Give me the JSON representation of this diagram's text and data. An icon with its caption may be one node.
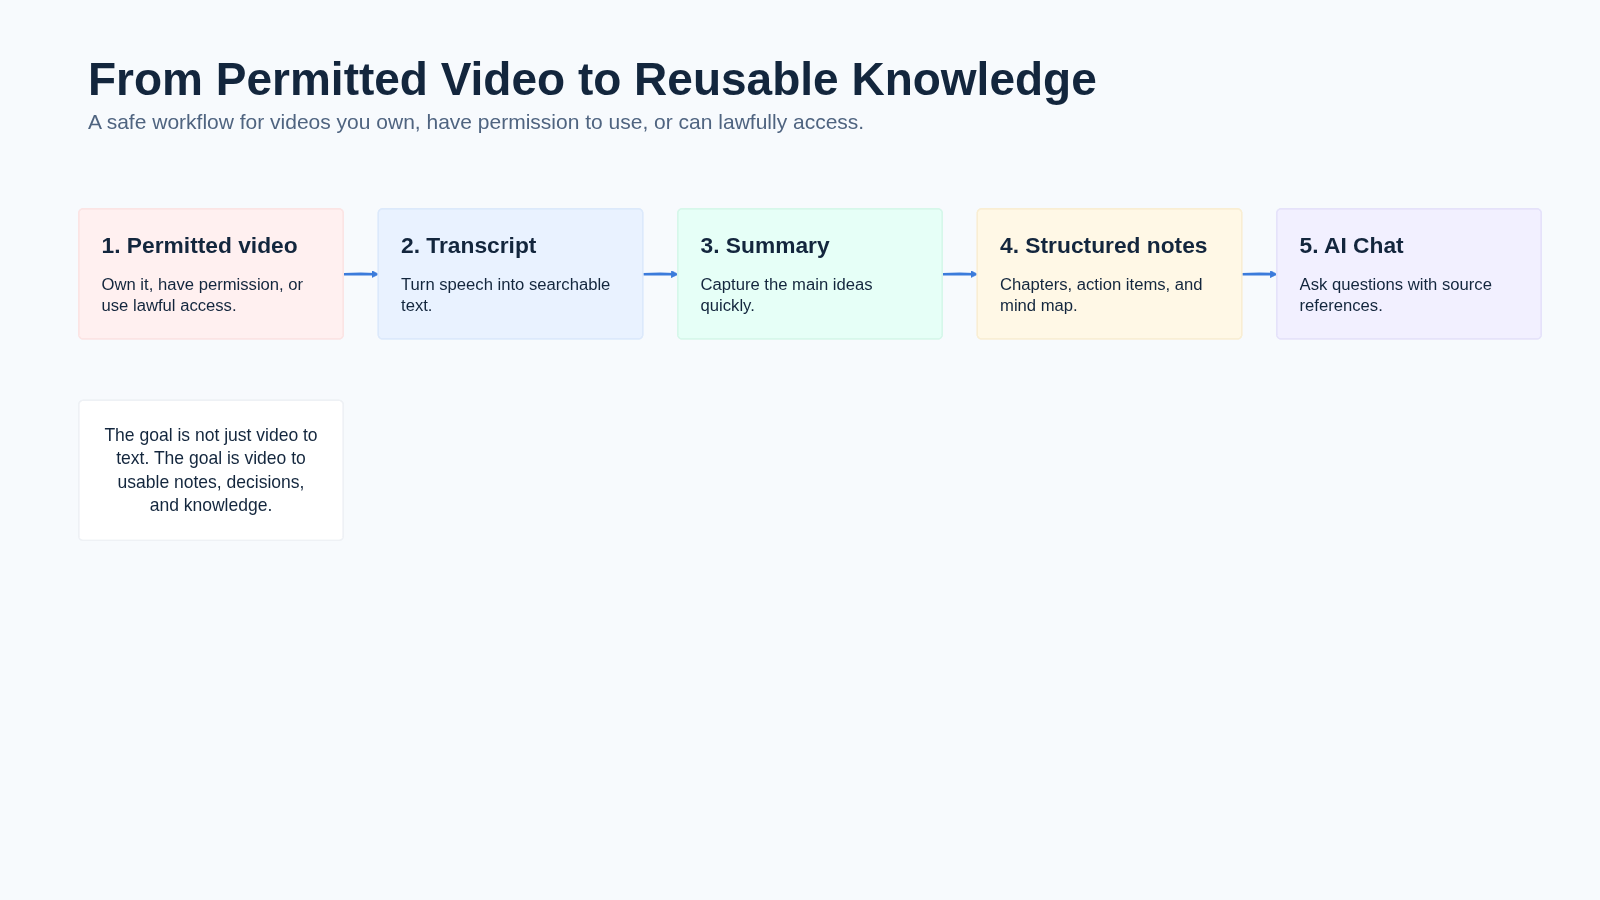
{
  "diagram": {
    "title": "From Permitted Video to Reusable Knowledge",
    "nodes": [
      {
        "text": [
          "1. Permitted video",
          "Own it, have permission, or use lawful access."
        ]
      },
      {
        "text": [
          "2. Transcript",
          "Turn speech into searchable text."
        ]
      },
      {
        "text": [
          "3. Summary",
          "Capture the main ideas quickly."
        ]
      },
      {
        "text": [
          "4. Structured notes",
          "Chapters, action items, and mind map."
        ]
      },
      {
        "text": [
          "5. AI Chat",
          "Ask questions with source references."
        ]
      },
      {
        "text": [
          "The goal is not just video to text. The goal is video to usable notes, decisions, and knowledge."
        ]
      }
    ],
    "edges": [
      {
        "from": 0,
        "to": 1,
        "arrow": "to"
      },
      {
        "from": 1,
        "to": 2,
        "arrow": "to"
      },
      {
        "from": 2,
        "to": 3,
        "arrow": "to"
      },
      {
        "from": 3,
        "to": 4,
        "arrow": "to"
      }
    ],
    "labels": [
      "A safe workflow for videos you own, have permission to use, or can lawfully access."
    ]
  }
}
